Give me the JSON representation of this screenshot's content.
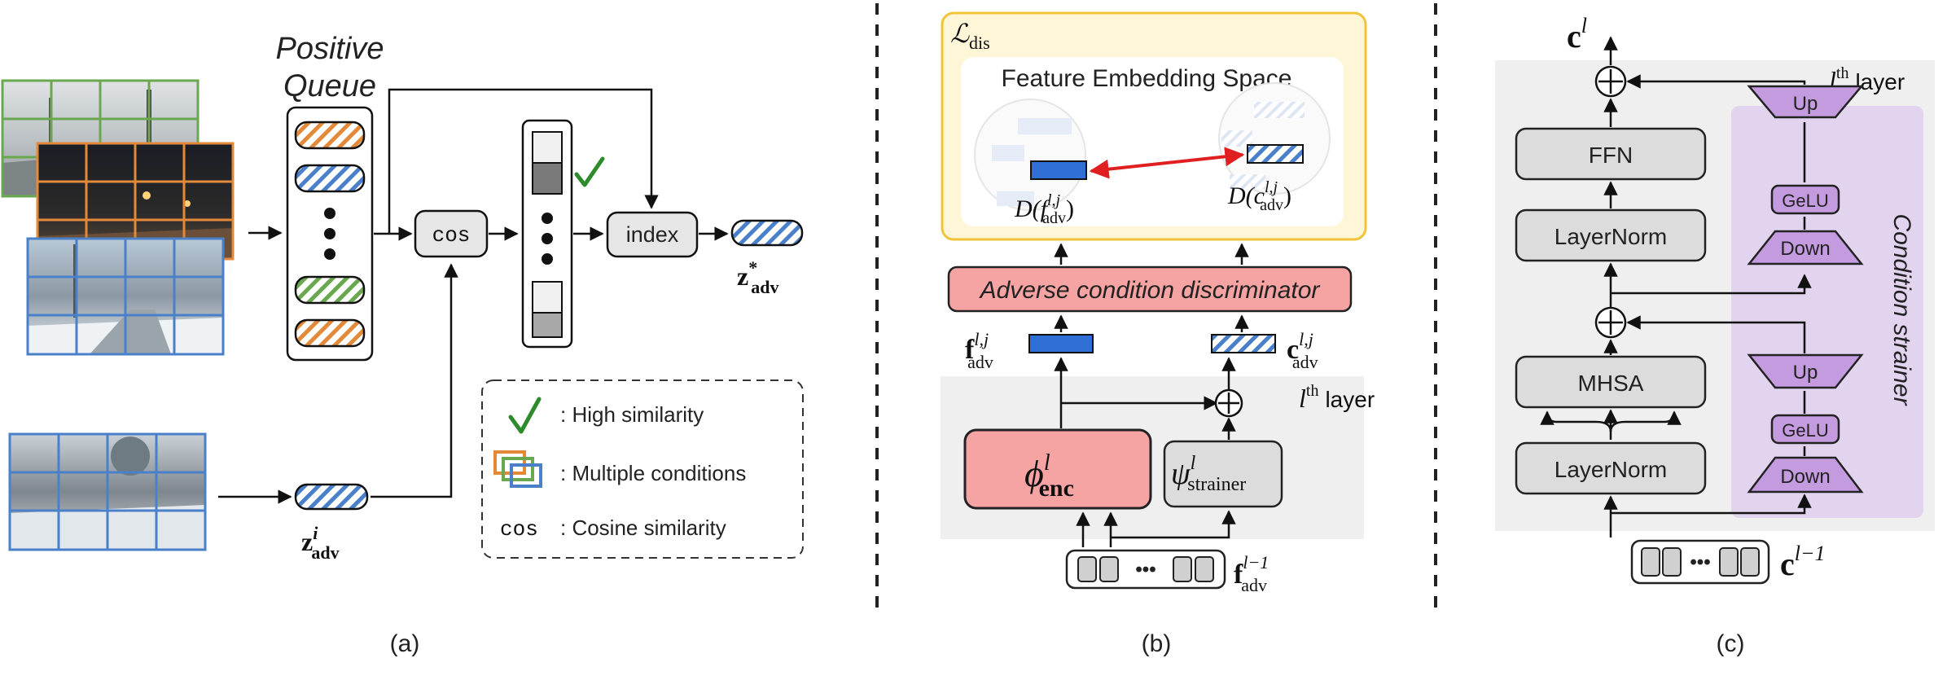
{
  "colors": {
    "green": "#6aa84f",
    "orange": "#e38a3a",
    "blue": "#4a80c9",
    "blueFill": "#2f6fd6",
    "pink": "#f5a3a3",
    "pinkStroke": "#222222",
    "yellowFill": "#fff6d8",
    "yellowStroke": "#f0c437",
    "purple": "#c39bde",
    "purpleFill": "#e2d3ef",
    "gray": "#dcdcdc",
    "lightgray": "#efefef",
    "check": "#2c8c2c",
    "red": "#e02020"
  },
  "panel_a": {
    "title_line1": "Positive",
    "title_line2": "Queue",
    "cos_label": "cos",
    "index_label": "index",
    "z_star_base": "z",
    "z_star_sub": "adv",
    "z_star_sup": "*",
    "z_i_base": "z",
    "z_i_sub": "adv",
    "z_i_sup": "i",
    "legend": {
      "high_similarity": ": High similarity",
      "multiple_conditions": ": Multiple conditions",
      "cos_key": "cos",
      "cosine_similarity": ": Cosine similarity"
    },
    "caption": "(a)"
  },
  "panel_b": {
    "loss_label": "ℒ",
    "loss_sub": "dis",
    "embed_title": "Feature Embedding Space",
    "d_f_label": "D(f",
    "d_f_sup": "l,j",
    "d_f_sub": "adv",
    "d_f_close": ")",
    "d_c_label": "D(c",
    "d_c_sup": "l,j",
    "d_c_sub": "adv",
    "d_c_close": ")",
    "discriminator": "Adverse condition discriminator",
    "f_label": "f",
    "f_sup": "l,j",
    "f_sub": "adv",
    "c_label": "c",
    "c_sup": "l,j",
    "c_sub": "adv",
    "layer_l": "l",
    "layer_th": "th",
    "layer_word": "layer",
    "phi": "ϕ",
    "phi_sup": "l",
    "phi_sub": "enc",
    "psi": "ψ",
    "psi_sup": "l",
    "psi_sub": "strainer",
    "dots": "•••",
    "f_prev": "f",
    "f_prev_sup": "l−1",
    "f_prev_sub": "adv",
    "caption": "(b)"
  },
  "panel_c": {
    "c_out": "c",
    "c_out_sup": "l",
    "layer_l": "l",
    "layer_th": "th",
    "layer_word": "layer",
    "ffn": "FFN",
    "layernorm_top": "LayerNorm",
    "mhsa": "MHSA",
    "layernorm_bottom": "LayerNorm",
    "up_top": "Up",
    "gelu_top": "GeLU",
    "down_top": "Down",
    "up_bottom": "Up",
    "gelu_bottom": "GeLU",
    "down_bottom": "Down",
    "strainer_label": "Condition strainer",
    "dots": "•••",
    "c_in": "c",
    "c_in_sup": "l−1",
    "caption": "(c)"
  }
}
